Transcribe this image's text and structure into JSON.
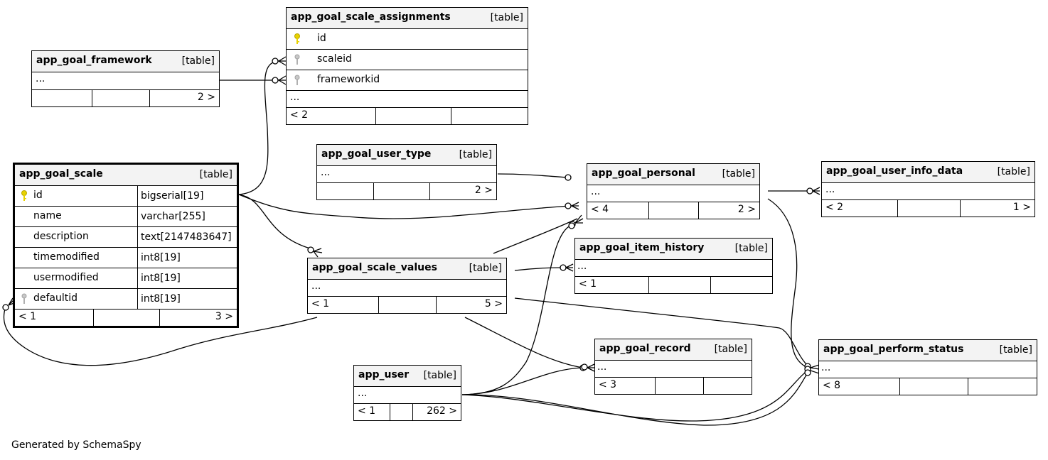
{
  "tables": {
    "framework": {
      "name": "app_goal_framework",
      "type": "[table]",
      "ellipsis": "...",
      "footer_right": "2 >"
    },
    "assignments": {
      "name": "app_goal_scale_assignments",
      "type": "[table]",
      "columns": [
        "id",
        "scaleid",
        "frameworkid"
      ],
      "ellipsis": "...",
      "footer_left": "< 2"
    },
    "user_type": {
      "name": "app_goal_user_type",
      "type": "[table]",
      "ellipsis": "...",
      "footer_right": "2 >"
    },
    "personal": {
      "name": "app_goal_personal",
      "type": "[table]",
      "ellipsis": "...",
      "footer_left": "< 4",
      "footer_right": "2 >"
    },
    "user_info": {
      "name": "app_goal_user_info_data",
      "type": "[table]",
      "ellipsis": "...",
      "footer_left": "< 2",
      "footer_right": "1 >"
    },
    "scale": {
      "name": "app_goal_scale",
      "type": "[table]",
      "columns": [
        {
          "name": "id",
          "type": "bigserial[19]"
        },
        {
          "name": "name",
          "type": "varchar[255]"
        },
        {
          "name": "description",
          "type": "text[2147483647]"
        },
        {
          "name": "timemodified",
          "type": "int8[19]"
        },
        {
          "name": "usermodified",
          "type": "int8[19]"
        },
        {
          "name": "defaultid",
          "type": "int8[19]"
        }
      ],
      "footer_left": "< 1",
      "footer_right": "3 >"
    },
    "item_history": {
      "name": "app_goal_item_history",
      "type": "[table]",
      "ellipsis": "...",
      "footer_left": "< 1"
    },
    "scale_values": {
      "name": "app_goal_scale_values",
      "type": "[table]",
      "ellipsis": "...",
      "footer_left": "< 1",
      "footer_right": "5 >"
    },
    "record": {
      "name": "app_goal_record",
      "type": "[table]",
      "ellipsis": "...",
      "footer_left": "< 3"
    },
    "perform_status": {
      "name": "app_goal_perform_status",
      "type": "[table]",
      "ellipsis": "...",
      "footer_left": "< 8"
    },
    "user": {
      "name": "app_user",
      "type": "[table]",
      "ellipsis": "...",
      "footer_left": "< 1",
      "footer_right": "262 >"
    }
  },
  "icons": {
    "primary_key": "key-icon-gold",
    "foreign_key": "key-icon-gray"
  },
  "colors": {
    "header_bg": "#f3f3f3",
    "primary_key": "#e8d200",
    "foreign_key": "#b0b0b0"
  },
  "footer_note": "Generated by SchemaSpy"
}
